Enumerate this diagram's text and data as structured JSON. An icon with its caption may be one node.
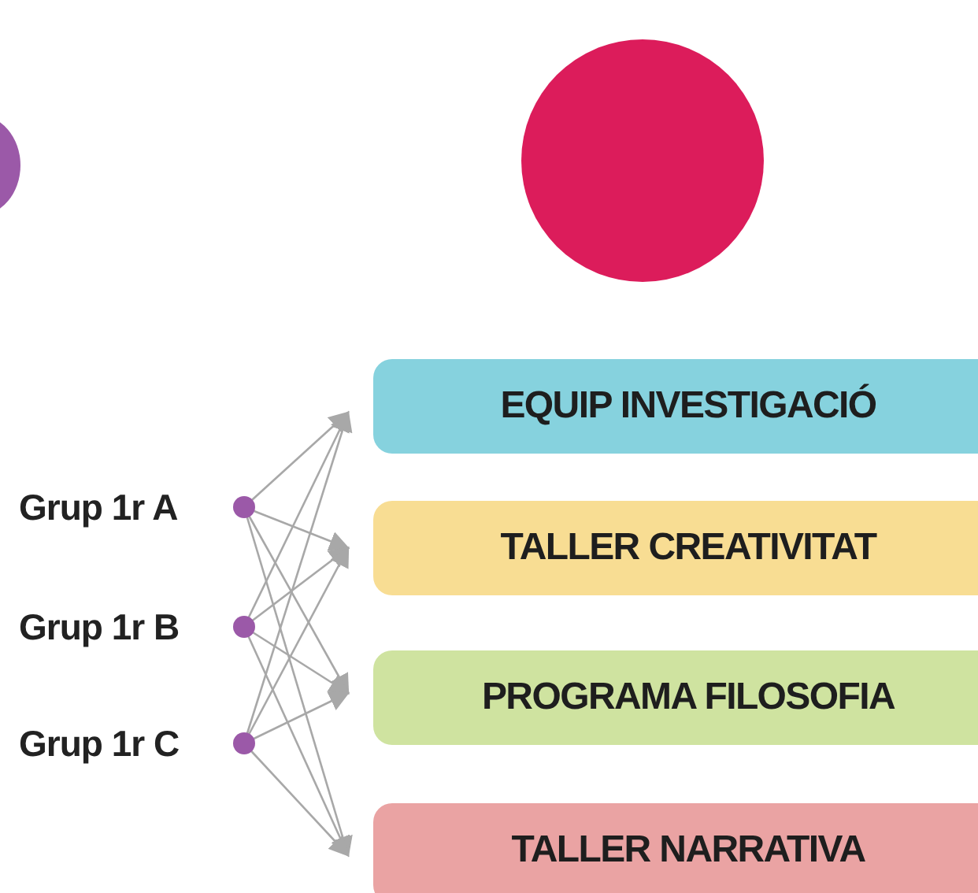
{
  "diagram": {
    "nodes": [
      {
        "text": [
          "Grup 1r A"
        ]
      },
      {
        "text": [
          "Grup 1r B"
        ]
      },
      {
        "text": [
          "Grup 1r C"
        ]
      },
      {
        "text": [
          "EQUIP INVESTIGACIÓ"
        ]
      },
      {
        "text": [
          "TALLER CREATIVITAT"
        ]
      },
      {
        "text": [
          "PROGRAMA FILOSOFIA"
        ]
      },
      {
        "text": [
          "TALLER NARRATIVA"
        ]
      },
      {
        "text": [],
        "shape": "circle"
      },
      {
        "text": [],
        "shape": "circle"
      }
    ],
    "edges": [
      {
        "from": 0,
        "to": 3,
        "arrow": "to"
      },
      {
        "from": 0,
        "to": 4,
        "arrow": "to"
      },
      {
        "from": 0,
        "to": 5,
        "arrow": "to"
      },
      {
        "from": 0,
        "to": 6,
        "arrow": "to"
      },
      {
        "from": 1,
        "to": 3,
        "arrow": "to"
      },
      {
        "from": 1,
        "to": 4,
        "arrow": "to"
      },
      {
        "from": 1,
        "to": 5,
        "arrow": "to"
      },
      {
        "from": 1,
        "to": 6,
        "arrow": "to"
      },
      {
        "from": 2,
        "to": 3,
        "arrow": "to"
      },
      {
        "from": 2,
        "to": 4,
        "arrow": "to"
      },
      {
        "from": 2,
        "to": 5,
        "arrow": "to"
      },
      {
        "from": 2,
        "to": 6,
        "arrow": "to"
      }
    ]
  }
}
